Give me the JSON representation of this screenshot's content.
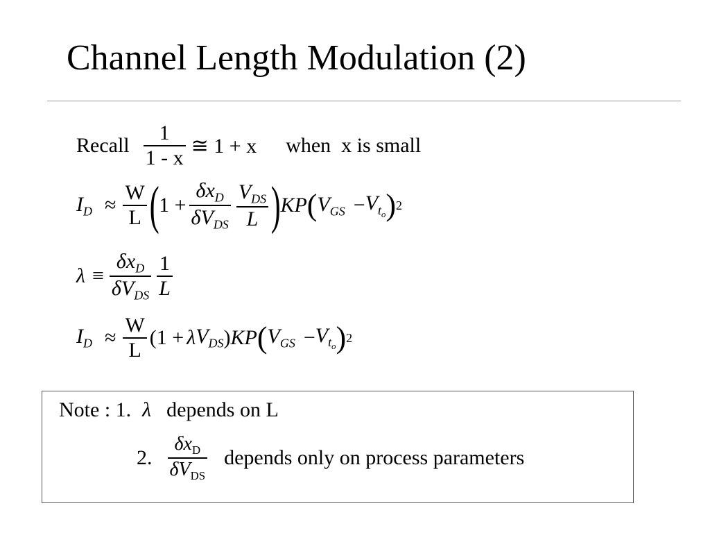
{
  "slide": {
    "title": "Channel Length Modulation (2)"
  },
  "equations": {
    "recall": {
      "label": "Recall",
      "num": "1",
      "den": "1 - x",
      "rhs": "≅ 1 + x",
      "condition": "when  x is small"
    },
    "id_full": {
      "lhs": "I",
      "lhs_sub": "D",
      "approx": "≈",
      "w": "W",
      "l": "L",
      "one_plus": "1 +",
      "dx": "δx",
      "dx_sub": "D",
      "dv": "δV",
      "dv_sub": "DS",
      "vds": "V",
      "vds_sub": "DS",
      "L": "L",
      "kp": "KP",
      "vgs": "V",
      "vgs_sub": "GS",
      "minus": "−",
      "vt": "V",
      "vt_sub": "t",
      "vt_subsub": "o",
      "exp": "2"
    },
    "lambda_def": {
      "lhs": "λ",
      "equiv": "≡",
      "dx": "δx",
      "dx_sub": "D",
      "dv": "δV",
      "dv_sub": "DS",
      "one": "1",
      "L": "L"
    },
    "id_lambda": {
      "lhs": "I",
      "lhs_sub": "D",
      "approx": "≈",
      "w": "W",
      "l": "L",
      "paren_open": "(1 +",
      "lambda": "λ",
      "vds": "V",
      "vds_sub": "DS",
      "paren_close": ")",
      "kp": "KP",
      "vgs": "V",
      "vgs_sub": "GS",
      "minus": "−",
      "vt": "V",
      "vt_sub": "t",
      "vt_subsub": "o",
      "exp": "2"
    }
  },
  "note": {
    "prefix": "Note : 1.",
    "lambda": "λ",
    "item1_text": "depends on L",
    "item2_num": "2.",
    "dx": "δx",
    "dx_sub": "D",
    "dv": "δV",
    "dv_sub": "DS",
    "item2_text": "depends only on process parameters"
  }
}
